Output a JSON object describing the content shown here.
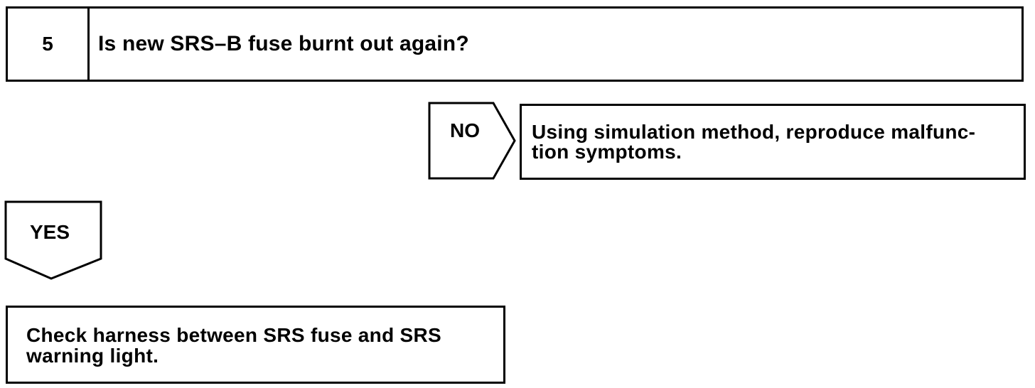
{
  "step": {
    "number": "5",
    "question": "Is new SRS–B fuse burnt out again?"
  },
  "no_branch": {
    "label": "NO",
    "result_lines": [
      "Using simulation method, reproduce malfunc-",
      "tion symptoms."
    ]
  },
  "yes_branch": {
    "label": "YES",
    "result_lines": [
      "Check harness between SRS fuse and SRS",
      "warning light."
    ]
  }
}
